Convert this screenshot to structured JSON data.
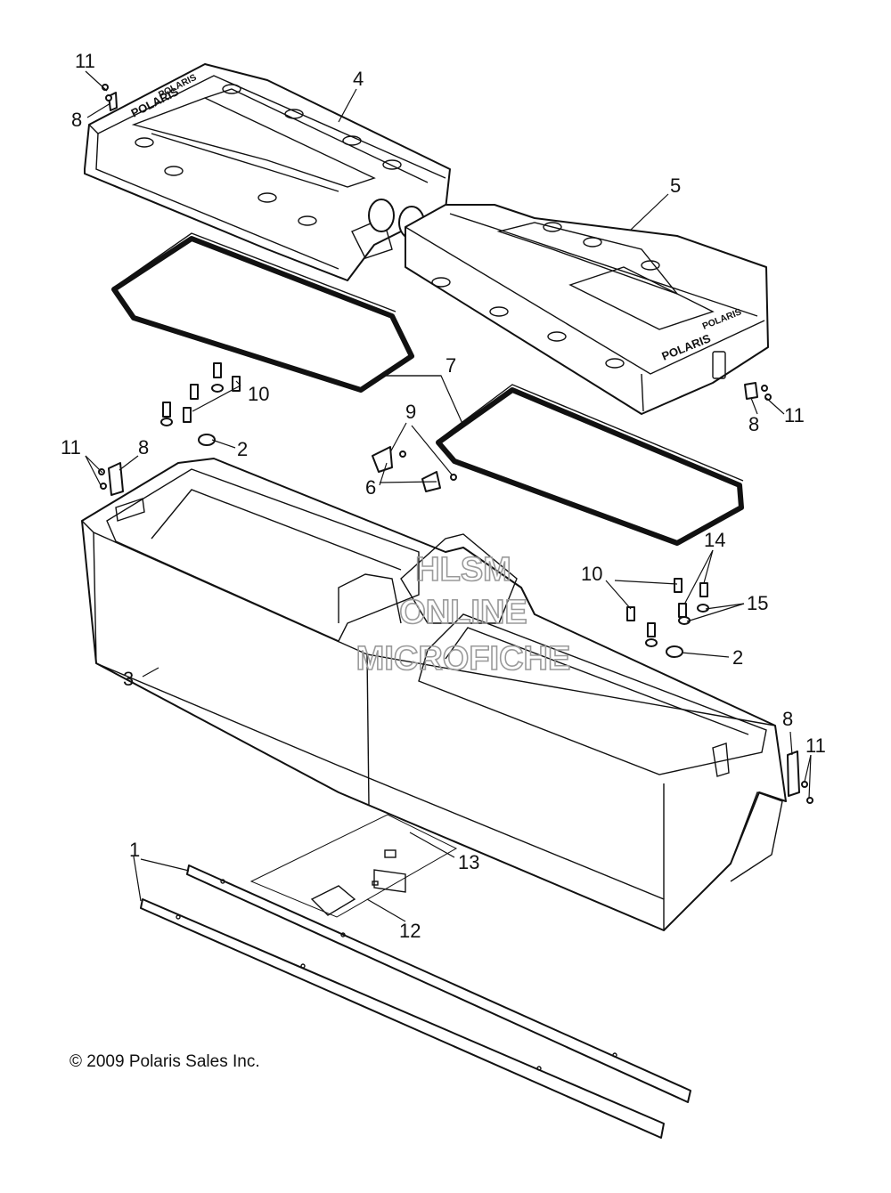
{
  "callouts": {
    "c1": "1",
    "c2a": "2",
    "c2b": "2",
    "c3": "3",
    "c4": "4",
    "c5": "5",
    "c6": "6",
    "c7": "7",
    "c8a": "8",
    "c8b": "8",
    "c8c": "8",
    "c8d": "8",
    "c9": "9",
    "c10a": "10",
    "c10b": "10",
    "c11a": "11",
    "c11b": "11",
    "c11c": "11",
    "c11d": "11",
    "c12": "12",
    "c13": "13",
    "c14": "14",
    "c15": "15"
  },
  "watermark": {
    "line1": "HLSM",
    "line2": "ONLINE",
    "line3": "MICROFICHE"
  },
  "brand_marks": {
    "lid_left": "POLARIS",
    "lid_left_end": "POLARIS",
    "lid_right": "POLARIS",
    "lid_right_end": "POLARIS"
  },
  "copyright": "© 2009 Polaris Sales Inc."
}
